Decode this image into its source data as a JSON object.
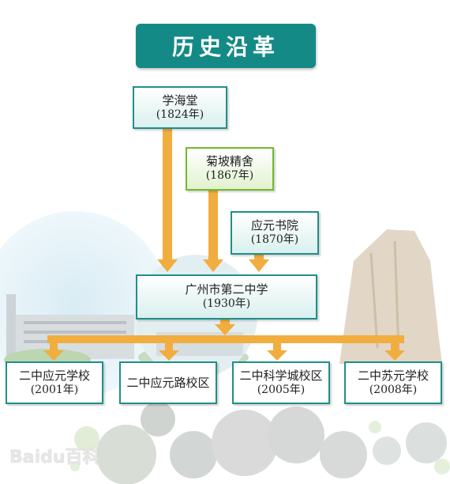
{
  "title": "历史沿革",
  "nodes": {
    "xuehaitang": {
      "name": "学海堂",
      "year": "(1824年)"
    },
    "jupo": {
      "name": "菊坡精舍",
      "year": "(1867年)"
    },
    "yingyuan_shuyuan": {
      "name": "应元书院",
      "year": "(1870年)"
    },
    "gz_no2": {
      "name": "广州市第二中学",
      "year": "(1930年)"
    },
    "yingyuan_school": {
      "name": "二中应元学校",
      "year": "(2001年)"
    },
    "yingyuan_road": {
      "name": "二中应元路校区",
      "year": ""
    },
    "kexuecheng": {
      "name": "二中科学城校区",
      "year": "(2005年)"
    },
    "suyuan": {
      "name": "二中苏元学校",
      "year": "(2008年)"
    }
  },
  "watermark": "Baidu百科",
  "colors": {
    "teal": "#148a86",
    "arrow": "#f2ad3f",
    "green_border": "#6fba2c"
  }
}
